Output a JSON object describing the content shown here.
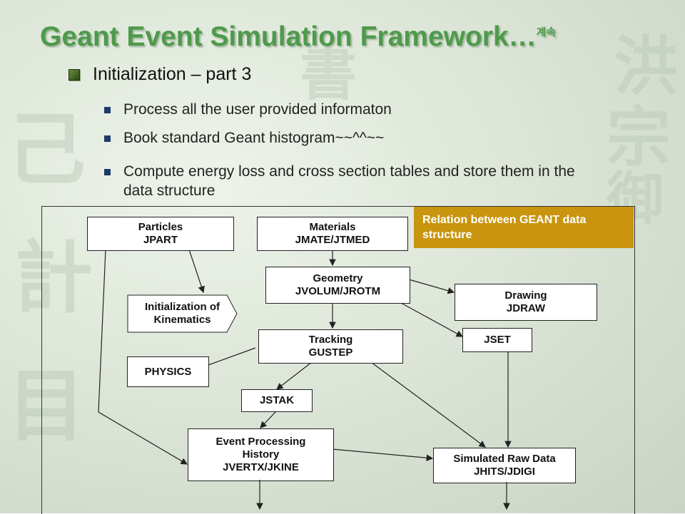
{
  "slide": {
    "title": "Geant Event Simulation Framework…",
    "title_suffix": "계속",
    "level1": "Initialization – part 3",
    "bullets": [
      "Process all the user provided informaton",
      "Book standard Geant histogram~~^^~~",
      "Compute energy loss and cross section tables and store them in the data structure"
    ]
  },
  "diagram": {
    "relation_label": "Relation between GEANT data structure",
    "particles": {
      "line1": "Particles",
      "line2": "JPART"
    },
    "materials": {
      "line1": "Materials",
      "line2": "JMATE/JTMED"
    },
    "geometry": {
      "line1": "Geometry",
      "line2": "JVOLUM/JROTM"
    },
    "drawing": {
      "line1": "Drawing",
      "line2": "JDRAW"
    },
    "init_kin": {
      "line1": "Initialization of",
      "line2": "Kinematics"
    },
    "tracking": {
      "line1": "Tracking",
      "line2": "GUSTEP"
    },
    "jset": "JSET",
    "physics": "PHYSICS",
    "jstak": "JSTAK",
    "event": {
      "line1": "Event Processing",
      "line2": "History",
      "line3": "JVERTX/JKINE"
    },
    "raw": {
      "line1": "Simulated Raw Data",
      "line2": "JHITS/JDIGI"
    }
  },
  "colors": {
    "title": "#4e9a4c",
    "relation_bg": "#c9950e",
    "bullet_square": "#1d3a6b"
  }
}
